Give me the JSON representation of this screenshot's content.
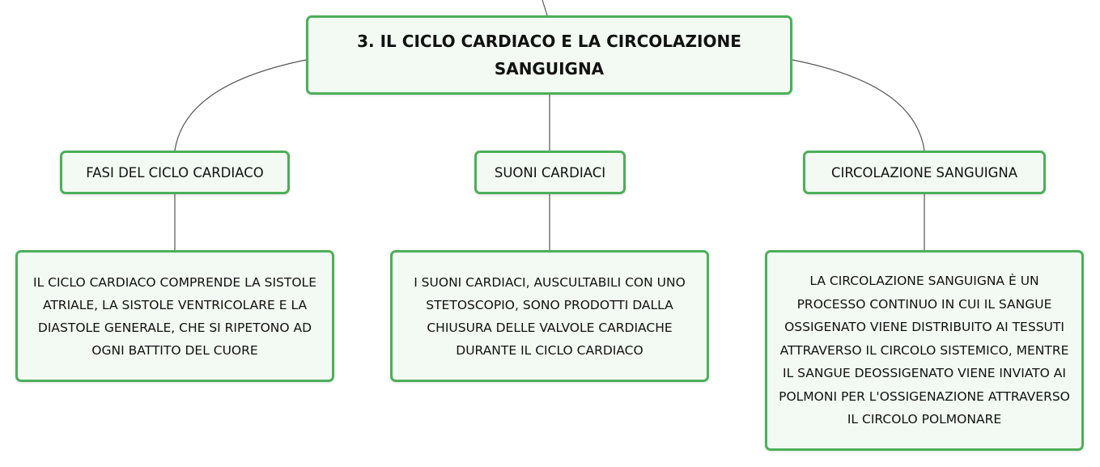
{
  "diagram": {
    "main_topic": "3. IL CICLO CARDIACO E LA CIRCOLAZIONE SANGUIGNA",
    "subtopics": [
      {
        "label": "FASI DEL CICLO CARDIACO",
        "detail": "IL CICLO CARDIACO COMPRENDE LA SISTOLE ATRIALE, LA SISTOLE VENTRICOLARE E LA DIASTOLE GENERALE, CHE SI RIPETONO AD OGNI BATTITO DEL CUORE"
      },
      {
        "label": "SUONI CARDIACI",
        "detail": "I SUONI CARDIACI, AUSCULTABILI CON UNO STETOSCOPIO, SONO PRODOTTI DALLA CHIUSURA DELLE VALVOLE CARDIACHE DURANTE IL CICLO CARDIACO"
      },
      {
        "label": "CIRCOLAZIONE SANGUIGNA",
        "detail": "LA CIRCOLAZIONE SANGUIGNA È UN PROCESSO CONTINUO IN CUI IL SANGUE OSSIGENATO VIENE DISTRIBUITO AI TESSUTI ATTRAVERSO IL CIRCOLO SISTEMICO, MENTRE IL SANGUE DEOSSIGENATO VIENE INVIATO AI POLMONI PER L'OSSIGENAZIONE ATTRAVERSO IL CIRCOLO POLMONARE"
      }
    ]
  },
  "colors": {
    "node_border": "#4caf59",
    "node_fill": "#f3faf3",
    "connector": "#555555",
    "text": "#111111"
  }
}
